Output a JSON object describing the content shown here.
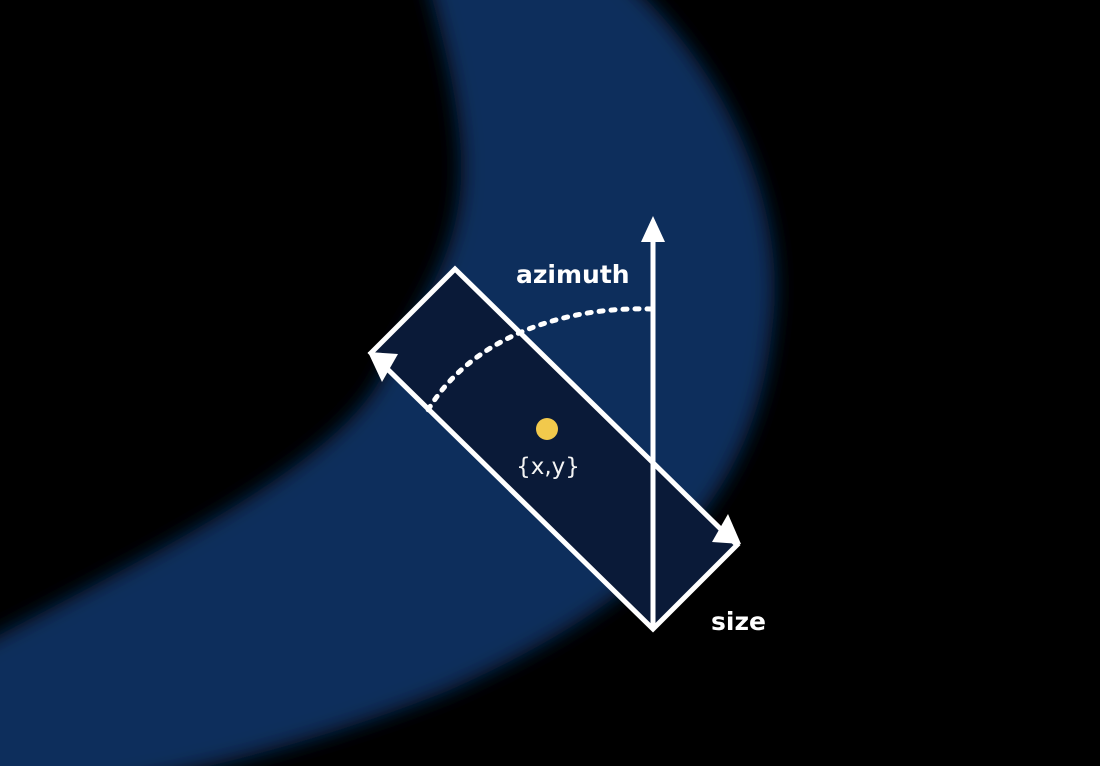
{
  "diagram": {
    "labels": {
      "azimuth": "azimuth",
      "size": "size",
      "center": "{x,y}"
    },
    "colors": {
      "background": "#000000",
      "stroke_band": "#0d2d5c",
      "rectangle_fill": "#0a1a38",
      "lines": "#ffffff",
      "center_dot": "#f2c94c"
    }
  }
}
